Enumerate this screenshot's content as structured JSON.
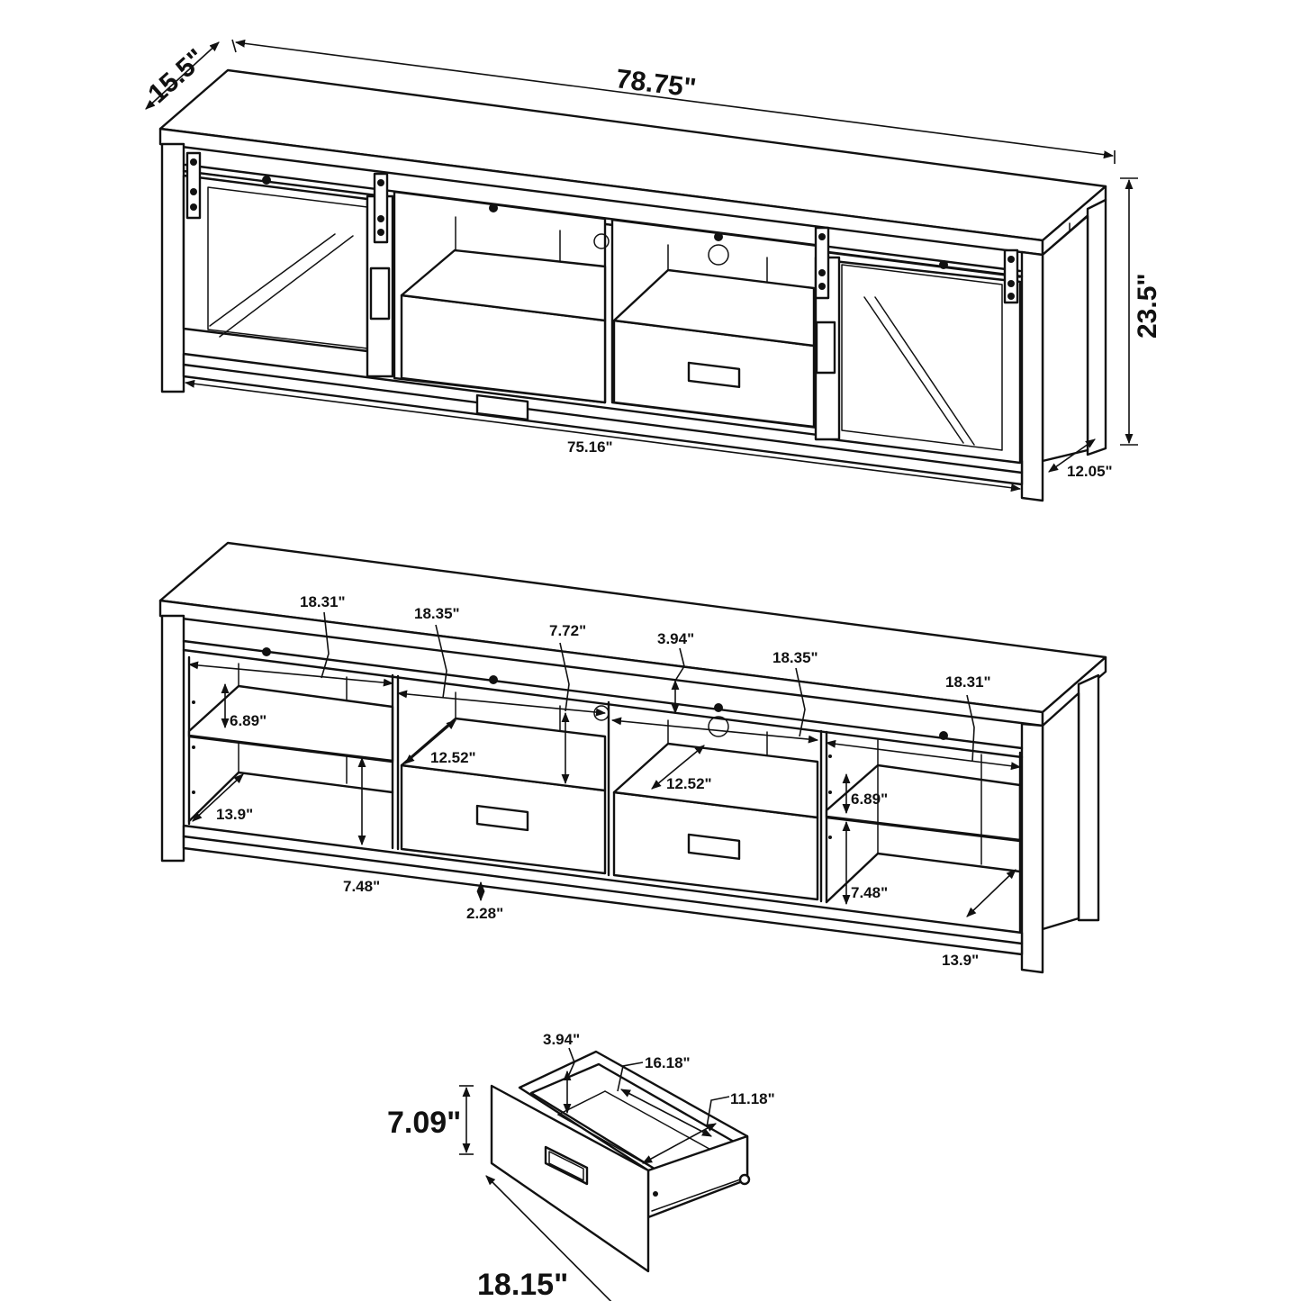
{
  "front_view": {
    "width_label": "78.75\"",
    "depth_label": "15.5\"",
    "height_label": "23.5\"",
    "inner_width_label": "75.16\"",
    "side_depth_label": "12.05\""
  },
  "interior_view": {
    "labels": {
      "left_cabinet_width": "18.31\"",
      "left_drawer_bay_width": "18.35\"",
      "drawer_bay_height": "7.72\"",
      "cord_hole_height": "3.94\"",
      "right_drawer_bay_width": "18.35\"",
      "right_cabinet_width": "18.31\"",
      "left_upper_shelf_height": "6.89\"",
      "left_drawer_depth": "12.52\"",
      "right_drawer_depth": "12.52\"",
      "right_upper_shelf_height": "6.89\"",
      "left_shelf_depth": "13.9\"",
      "left_lower_shelf_height": "7.48\"",
      "bottom_clearance": "2.28\"",
      "right_lower_shelf_height": "7.48\"",
      "right_shelf_depth": "13.9\""
    }
  },
  "drawer_view": {
    "height_label": "7.09\"",
    "width_label": "18.15\"",
    "inner_height_label": "3.94\"",
    "inner_width_label": "16.18\"",
    "inner_depth_label": "11.18\""
  }
}
